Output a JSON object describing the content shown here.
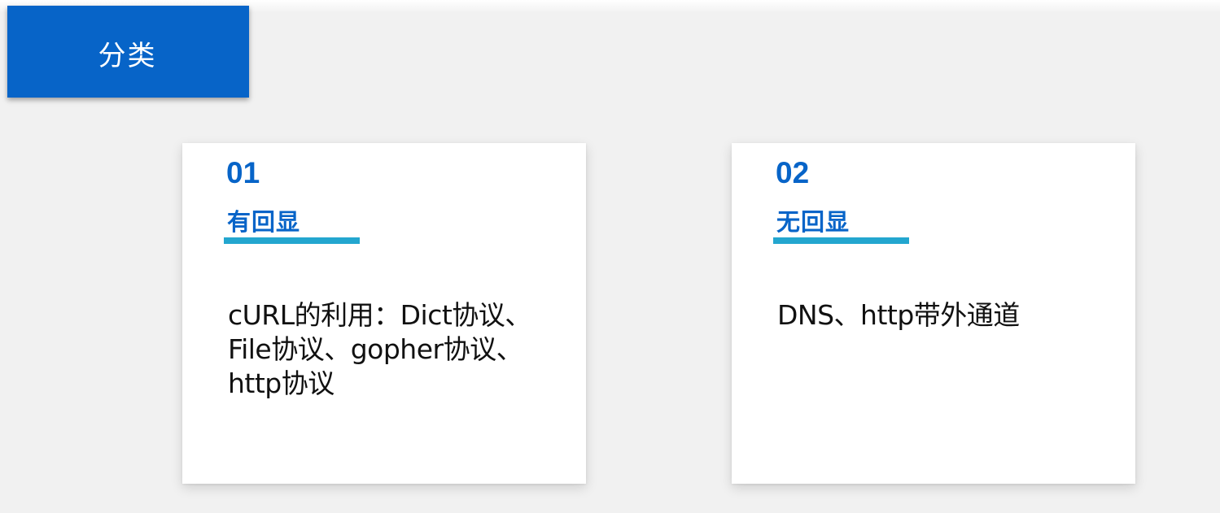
{
  "header": {
    "title": "分类"
  },
  "cards": [
    {
      "number": "01",
      "heading": "有回显",
      "body_lines": [
        "cURL的利用：Dict协议、",
        "File协议、gopher协议、",
        "http协议"
      ]
    },
    {
      "number": "02",
      "heading": "无回显",
      "body_lines": [
        "DNS、http带外通道"
      ]
    }
  ],
  "colors": {
    "accent_blue": "#0764c8",
    "underline_cyan": "#23a6cf",
    "background": "#f1f1f1",
    "card": "#ffffff",
    "text": "#111111"
  }
}
